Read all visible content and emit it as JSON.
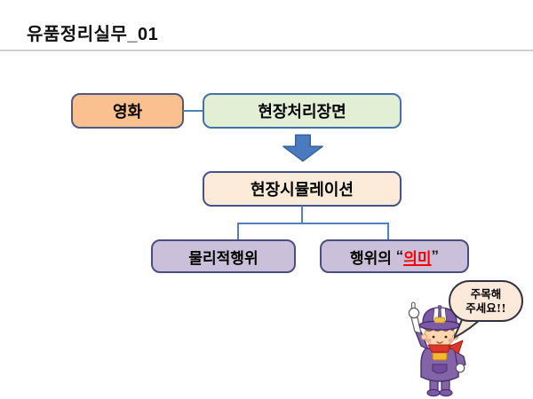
{
  "slide": {
    "title": "유품정리실무_01"
  },
  "diagram": {
    "nodes": [
      {
        "id": "movie",
        "label": "영화"
      },
      {
        "id": "scene",
        "label": "현장처리장면"
      },
      {
        "id": "simulation",
        "label": "현장시뮬레이션"
      },
      {
        "id": "physical",
        "label": "물리적행위"
      },
      {
        "id": "meaning",
        "prefix": "행위의 ",
        "open_quote": "“",
        "quoted_word": "의미",
        "close_quote": "”"
      }
    ],
    "edges": [
      {
        "from": "movie",
        "to": "scene",
        "type": "line"
      },
      {
        "from": "scene",
        "to": "simulation",
        "type": "block-arrow-down"
      },
      {
        "from": "simulation",
        "to": "physical",
        "type": "elbow"
      },
      {
        "from": "simulation",
        "to": "meaning",
        "type": "elbow"
      }
    ],
    "colors": {
      "movie_fill": "#FAC08F",
      "scene_fill": "#E2EFD5",
      "simulation_fill": "#FDEBD9",
      "purple_fill": "#CBC0DA",
      "connector": "#4F81BD",
      "arrow_fill": "#4A7ABF",
      "highlight_red": "#FF0000"
    }
  },
  "callout": {
    "line1": "주목해",
    "line2": "주세요!!",
    "bubble_fill": "#FCE9D9"
  }
}
